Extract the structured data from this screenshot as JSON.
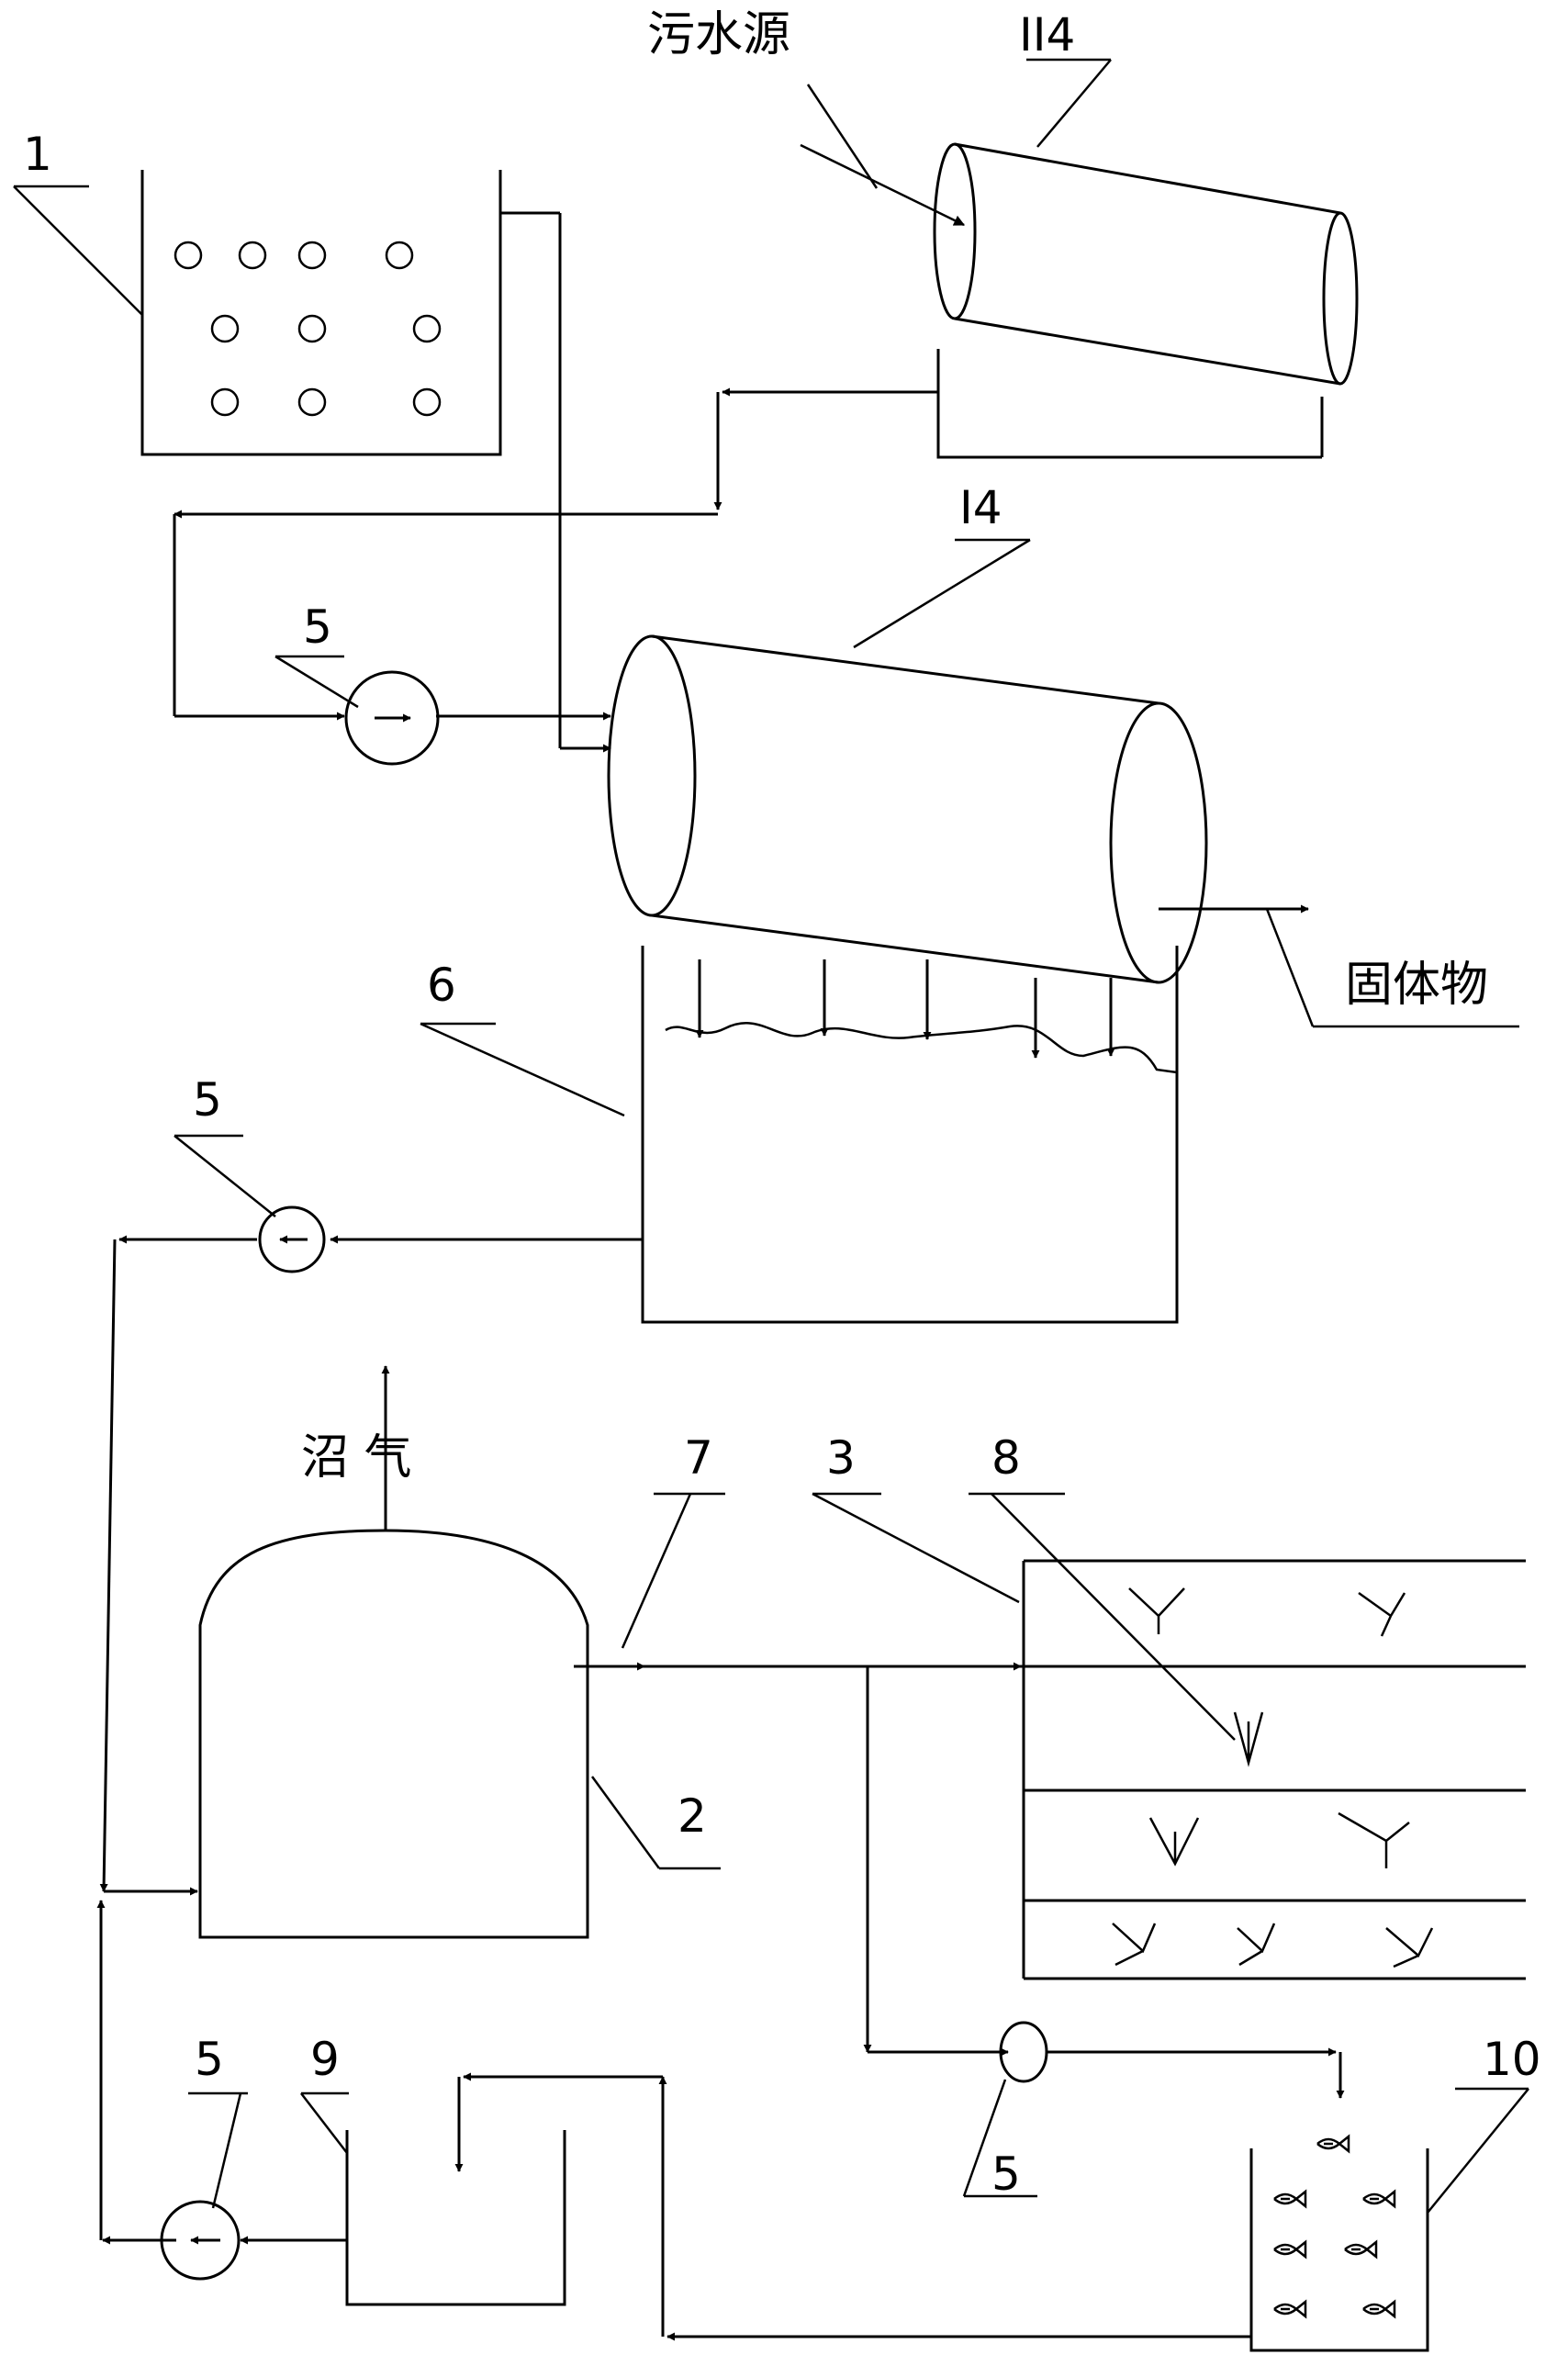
{
  "labels": {
    "n1": "1",
    "wushuiyuan": "污水源",
    "ii4": "II4",
    "i4": "I4",
    "pump_top": "5",
    "n6": "6",
    "gutiwu": "固体物",
    "pump_left": "5",
    "zhaoqi": "沼 气",
    "n7": "7",
    "n3": "3",
    "n8": "8",
    "n2": "2",
    "pump_bl": "5",
    "n9": "9",
    "pump_mid": "5",
    "n10": "10"
  }
}
